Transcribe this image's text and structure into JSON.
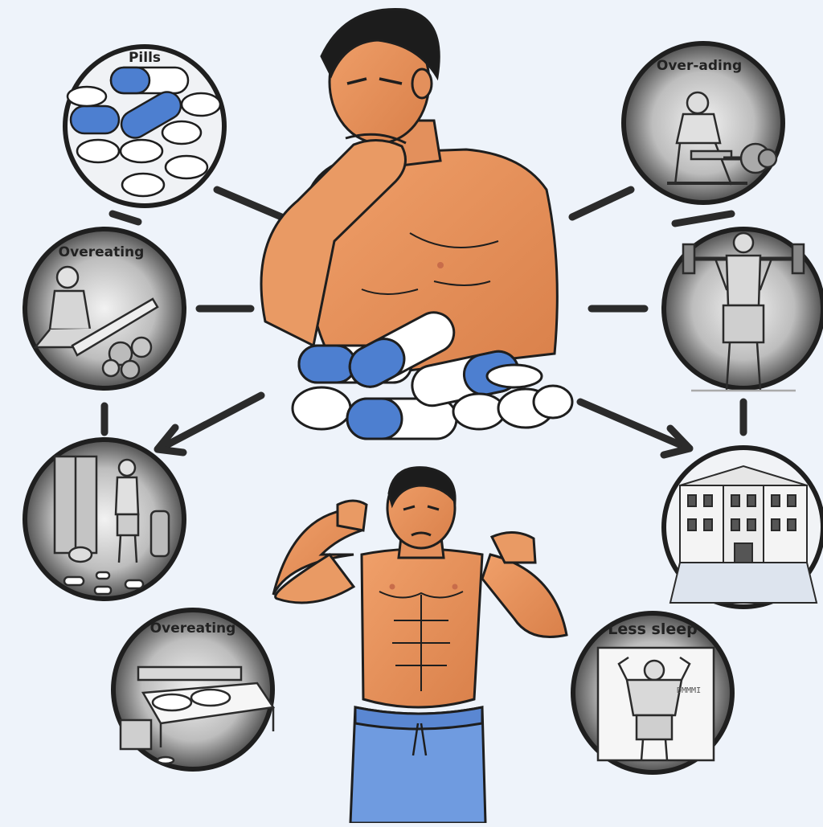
{
  "diagram": {
    "circles": [
      {
        "id": "pills",
        "label": "Pills",
        "scene": "pills-icon"
      },
      {
        "id": "over-ading",
        "label": "Over-ading",
        "scene": "weight-bench-icon"
      },
      {
        "id": "overeating-top",
        "label": "Overeating",
        "scene": "person-sitting-icon"
      },
      {
        "id": "barbell",
        "label": "",
        "scene": "barbell-lift-icon"
      },
      {
        "id": "locker",
        "label": "",
        "scene": "locker-room-icon"
      },
      {
        "id": "building",
        "label": "",
        "scene": "building-icon"
      },
      {
        "id": "overeating-bottom",
        "label": "Overeating",
        "scene": "bed-icon"
      },
      {
        "id": "less-sleep",
        "label": "Less sleep",
        "scene": "whiteboard-icon"
      }
    ],
    "center_top": {
      "scene": "thinking-man-with-pills-icon"
    },
    "center_bottom": {
      "scene": "flexing-man-icon"
    },
    "colors": {
      "background": "#eef3fa",
      "skin": "#e9935d",
      "pill_blue": "#4d7fd0",
      "outline": "#1e1e1e",
      "circle_bg": "#2a2a2a"
    }
  }
}
